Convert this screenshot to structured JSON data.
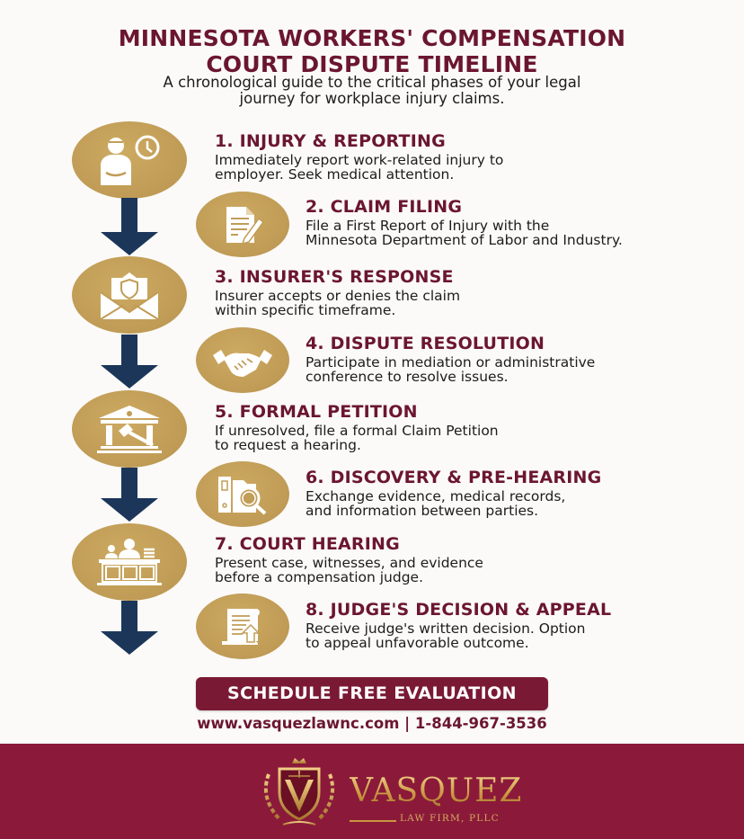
{
  "header": {
    "title_line1": "MINNESOTA WORKERS' COMPENSATION",
    "title_line2": "COURT DISPUTE TIMELINE",
    "subtitle_line1": "A chronological guide to the critical phases of your legal",
    "subtitle_line2": "journey for workplace injury claims."
  },
  "steps": [
    {
      "heading": "1. INJURY & REPORTING",
      "desc_line1": "Immediately report work-related injury to",
      "desc_line2": "employer. Seek medical attention.",
      "icon": "injured-worker-clock-icon"
    },
    {
      "heading": "2. CLAIM FILING",
      "desc_line1": "File a First Report of Injury with the",
      "desc_line2": "Minnesota Department of Labor and Industry.",
      "icon": "document-pen-icon"
    },
    {
      "heading": "3. INSURER'S RESPONSE",
      "desc_line1": "Insurer accepts or denies the claim",
      "desc_line2": "within specific timeframe.",
      "icon": "envelope-shield-icon"
    },
    {
      "heading": "4. DISPUTE RESOLUTION",
      "desc_line1": "Participate in mediation or administrative",
      "desc_line2": "conference to resolve issues.",
      "icon": "handshake-icon"
    },
    {
      "heading": "5. FORMAL PETITION",
      "desc_line1": "If unresolved, file a formal Claim Petition",
      "desc_line2": "to request a hearing.",
      "icon": "courthouse-gavel-icon"
    },
    {
      "heading": "6. DISCOVERY & PRE-HEARING",
      "desc_line1": "Exchange evidence, medical records,",
      "desc_line2": "and information between parties.",
      "icon": "folder-magnifier-icon"
    },
    {
      "heading": "7. COURT HEARING",
      "desc_line1": "Present case, witnesses, and evidence",
      "desc_line2": "before a compensation judge.",
      "icon": "judge-bench-icon"
    },
    {
      "heading": "8. JUDGE'S DECISION & APPEAL",
      "desc_line1": "Receive judge's written decision. Option",
      "desc_line2": "to appeal unfavorable outcome.",
      "icon": "scroll-upload-icon"
    }
  ],
  "cta": {
    "label": "SCHEDULE FREE EVALUATION"
  },
  "contact": {
    "text": "www.vasquezlawnc.com | 1-844-967-3536"
  },
  "footer": {
    "logo_name": "VASQUEZ",
    "logo_sub": "LAW FIRM, PLLC"
  },
  "colors": {
    "title": "#6b1630",
    "gold": "#c19d57",
    "arrow_navy": "#1c365a",
    "cta_bg": "#7a1934",
    "footer_bg": "#8b1a3a",
    "logo_gold": "#d3a95c"
  }
}
